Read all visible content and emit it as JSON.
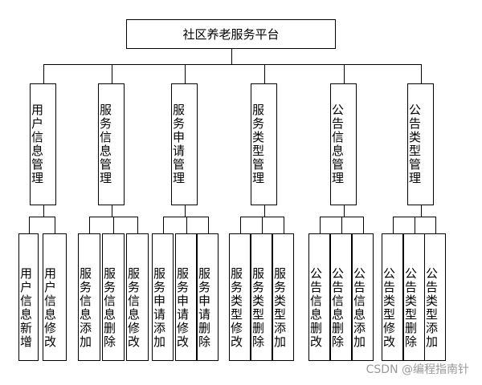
{
  "title": "社区养老服务平台",
  "modules": [
    {
      "label": "用户信息管理",
      "children": [
        "用户信息新增",
        "用户信息修改"
      ]
    },
    {
      "label": "服务信息管理",
      "children": [
        "服务信息添加",
        "服务信息删除",
        "服务信息修改"
      ]
    },
    {
      "label": "服务申请管理",
      "children": [
        "服务申请添加",
        "服务申请修改",
        "服务申请删除"
      ]
    },
    {
      "label": "服务类型管理",
      "children": [
        "服务类型修改",
        "服务类型删除",
        "服务类型添加"
      ]
    },
    {
      "label": "公告信息管理",
      "children": [
        "公告信息删改",
        "公告信息删除",
        "公告信息添加"
      ]
    },
    {
      "label": "公告类型管理",
      "children": [
        "公告类型修改",
        "公告类型删除",
        "公告类型添加"
      ]
    }
  ],
  "watermark": "CSDN @编程指南针"
}
